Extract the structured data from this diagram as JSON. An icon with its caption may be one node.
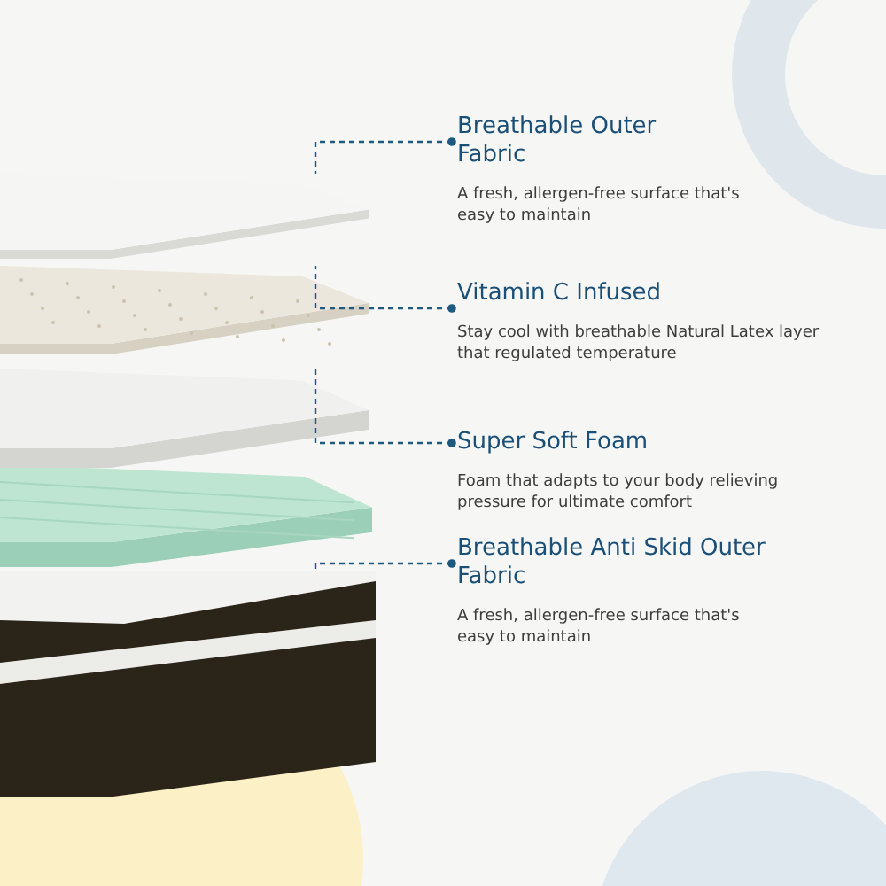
{
  "diagram": {
    "nodes": [
      {
        "text": [],
        "shape": "picture"
      },
      {
        "text": [],
        "shape": "picture"
      },
      {
        "text": [],
        "shape": "picture"
      },
      {
        "text": [],
        "shape": "picture"
      },
      {
        "text": [],
        "shape": "picture"
      },
      {
        "text": [
          "Breathable Outer Fabric",
          "A fresh, allergen-free surface that's easy to maintain"
        ]
      },
      {
        "text": [
          "Vitamin C Infused",
          "Stay cool with breathable Natural Latex layer that regulated temperature"
        ]
      },
      {
        "text": [
          "Super Soft Foam",
          "Foam that adapts to your body relieving pressure for ultimate comfort"
        ]
      },
      {
        "text": [
          "Breathable Anti Skid Outer Fabric",
          "A fresh, allergen-free surface that's easy to maintain"
        ]
      }
    ],
    "edges": [
      {
        "from": 5,
        "to": 0,
        "arrow": "other",
        "style": "dashed"
      },
      {
        "from": 6,
        "to": 1,
        "arrow": "other",
        "style": "dashed"
      },
      {
        "from": 7,
        "to": 2,
        "arrow": "other",
        "style": "dashed"
      },
      {
        "from": 8,
        "to": 4,
        "arrow": "other",
        "style": "dashed"
      }
    ]
  }
}
